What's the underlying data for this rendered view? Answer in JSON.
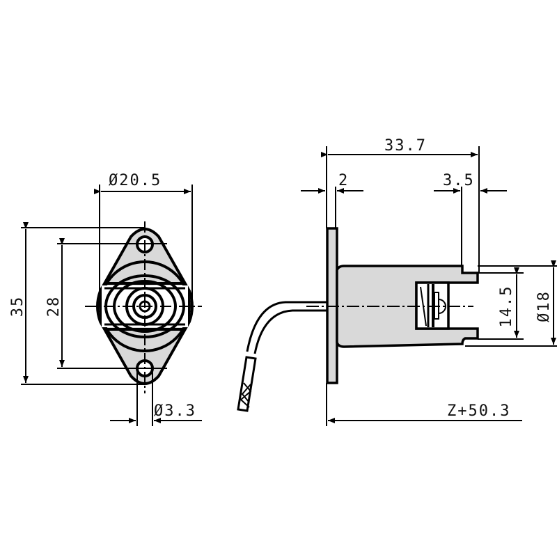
{
  "drawing": {
    "subject": "Lamp socket with mounting flange",
    "colors": {
      "line": "#000000",
      "fill": "#d9d9d9",
      "background": "#ffffff"
    },
    "front_view": {
      "dimensions": {
        "flange_diameter": "Ø20.5",
        "overall_height": "35",
        "hole_spacing": "28",
        "hole_diameter": "Ø3.3"
      }
    },
    "side_view": {
      "dimensions": {
        "overall_length": "33.7",
        "flange_thickness": "2",
        "lip_width": "3.5",
        "inner_diameter": "14.5",
        "outer_diameter": "Ø18",
        "total_length_with_lead": "Z+50.3"
      }
    }
  }
}
